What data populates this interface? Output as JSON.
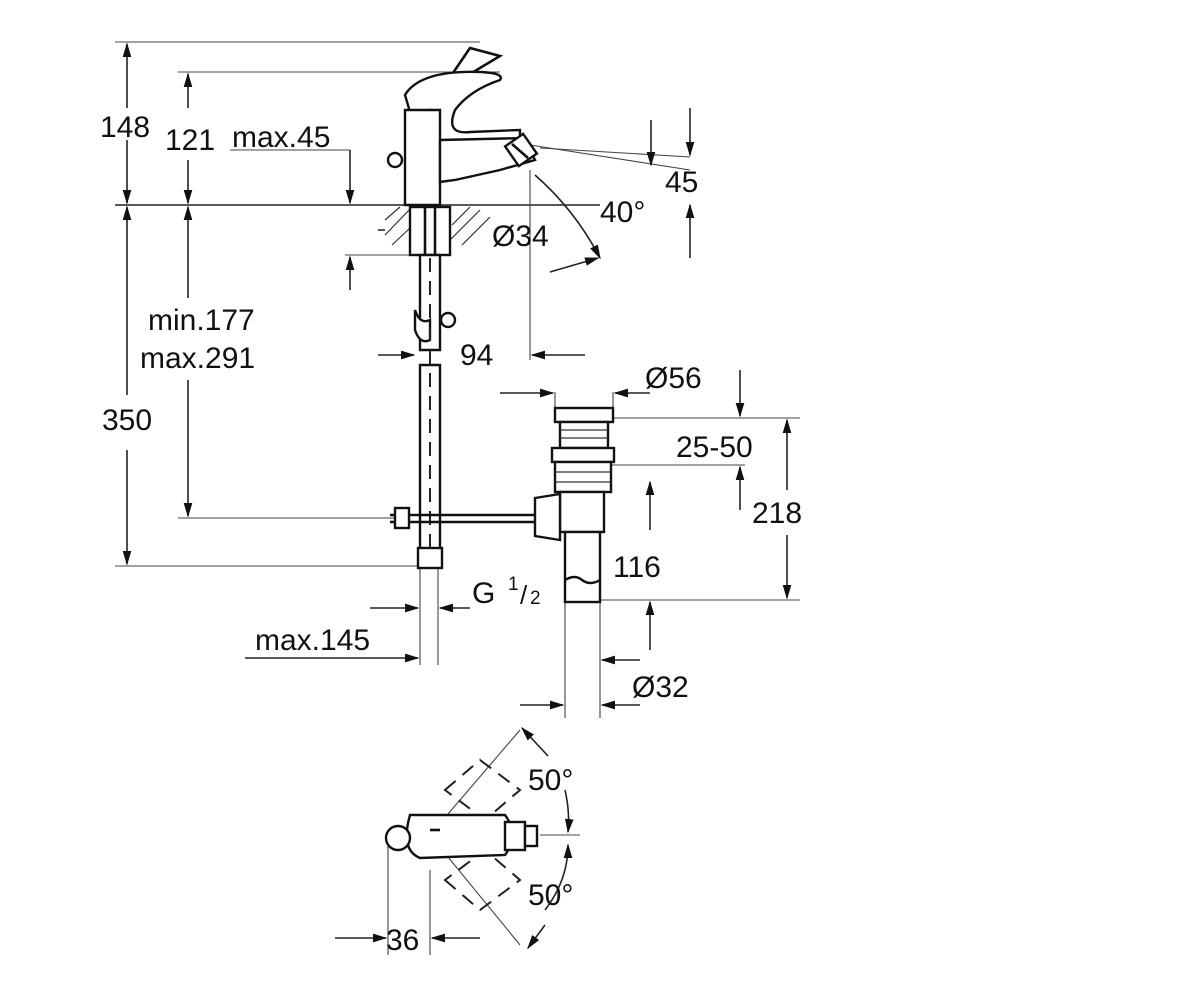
{
  "labels": {
    "d148": "148",
    "d121": "121",
    "dmax45": "max.45",
    "d45": "45",
    "d40deg": "40°",
    "d34": "Ø34",
    "dmin177": "min.177",
    "dmax291": "max.291",
    "d94": "94",
    "d350": "350",
    "d56": "Ø56",
    "d2550": "25-50",
    "d218": "218",
    "d116": "116",
    "dG": "G",
    "dG_num": "1",
    "dG_den": "2",
    "dmax145": "max.145",
    "d32": "Ø32",
    "d50top": "50°",
    "d50bot": "50°",
    "d36": "36"
  }
}
